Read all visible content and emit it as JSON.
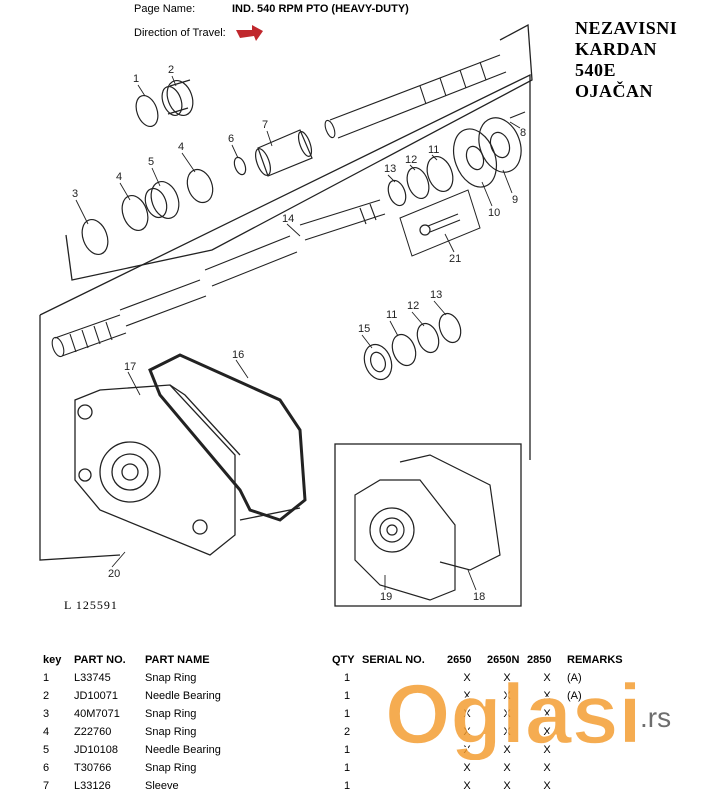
{
  "header": {
    "page_name_label": "Page Name:",
    "page_name_value": "IND. 540 RPM PTO (HEAVY-DUTY)",
    "direction_label": "Direction of Travel:",
    "direction_arrow_color": "#c0282d"
  },
  "stamp": {
    "lines": [
      "NEZAVISNI",
      "KARDAN",
      "540E",
      "OJAČAN"
    ]
  },
  "diagram": {
    "callouts": [
      "1",
      "2",
      "3",
      "4",
      "5",
      "4",
      "6",
      "7",
      "8",
      "9",
      "10",
      "11",
      "12",
      "13",
      "14",
      "21",
      "15",
      "11",
      "12",
      "13",
      "16",
      "17",
      "18",
      "19",
      "20"
    ],
    "reference_code": "L 125591"
  },
  "parts_table": {
    "headers": [
      "key",
      "PART NO.",
      "PART NAME",
      "QTY",
      "SERIAL NO.",
      "2650",
      "2650N",
      "2850",
      "REMARKS"
    ],
    "rows": [
      {
        "key": "1",
        "part_no": "L33745",
        "name": "Snap Ring",
        "qty": "1",
        "serial": "",
        "m2650": "X",
        "m2650n": "X",
        "m2850": "X",
        "remarks": "(A)"
      },
      {
        "key": "2",
        "part_no": "JD10071",
        "name": "Needle Bearing",
        "qty": "1",
        "serial": "",
        "m2650": "X",
        "m2650n": "X",
        "m2850": "X",
        "remarks": "(A)"
      },
      {
        "key": "3",
        "part_no": "40M7071",
        "name": "Snap Ring",
        "qty": "1",
        "serial": "",
        "m2650": "X",
        "m2650n": "X",
        "m2850": "X",
        "remarks": ""
      },
      {
        "key": "4",
        "part_no": "Z22760",
        "name": "Snap Ring",
        "qty": "2",
        "serial": "",
        "m2650": "X",
        "m2650n": "X",
        "m2850": "X",
        "remarks": ""
      },
      {
        "key": "5",
        "part_no": "JD10108",
        "name": "Needle Bearing",
        "qty": "1",
        "serial": "",
        "m2650": "X",
        "m2650n": "X",
        "m2850": "X",
        "remarks": ""
      },
      {
        "key": "6",
        "part_no": "T30766",
        "name": "Snap Ring",
        "qty": "1",
        "serial": "",
        "m2650": "X",
        "m2650n": "X",
        "m2850": "X",
        "remarks": ""
      },
      {
        "key": "7",
        "part_no": "L33126",
        "name": "Sleeve",
        "qty": "1",
        "serial": "",
        "m2650": "X",
        "m2650n": "X",
        "m2850": "X",
        "remarks": ""
      }
    ]
  },
  "watermark": {
    "text": "Oglasi",
    "suffix": ".rs",
    "color": "#f39a2b"
  }
}
